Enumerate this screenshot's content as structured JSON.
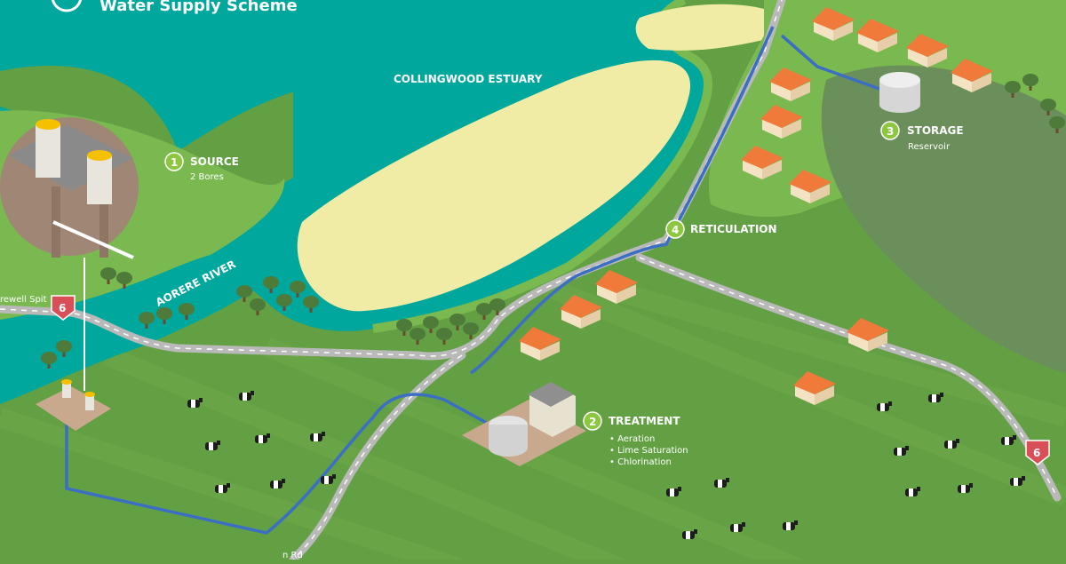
{
  "header": {
    "title": "Water Supply Scheme"
  },
  "map": {
    "estuary_label": "COLLINGWOOD ESTUARY",
    "river_label": "AORERE RIVER",
    "spit_label": "rewell Spit",
    "road_label": "n Rd",
    "highway_number": "6"
  },
  "stages": [
    {
      "number": "1",
      "title": "SOURCE",
      "details": [
        "2 Bores"
      ]
    },
    {
      "number": "2",
      "title": "TREATMENT",
      "details": [
        "• Aeration",
        "• Lime Saturation",
        "• Chlorination"
      ]
    },
    {
      "number": "3",
      "title": "STORAGE",
      "details": [
        "Reservoir"
      ]
    },
    {
      "number": "4",
      "title": "RETICULATION",
      "details": []
    }
  ],
  "colors": {
    "water": "#00a79d",
    "sand": "#f0eca5",
    "grass_dark": "#63a043",
    "grass_light": "#7ab94f",
    "hill": "#6a8f5a",
    "pipe": "#3b6fc4",
    "road": "#b9b9b9",
    "stage_badge": "#8dc63f",
    "highway_shield": "#d94f57"
  }
}
